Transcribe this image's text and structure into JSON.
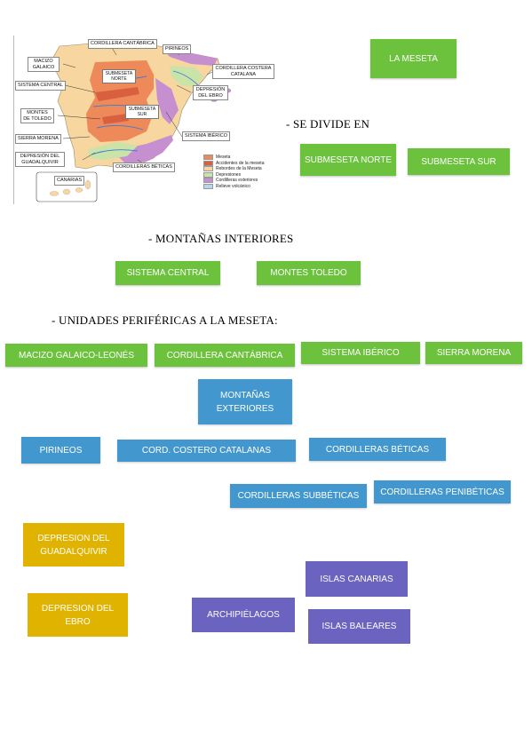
{
  "colors": {
    "green": "#6cc13d",
    "blue": "#4397cf",
    "yellow": "#e0b300",
    "purple": "#6a63c0"
  },
  "map": {
    "labels": {
      "macizo": "MACIZO GALAICO",
      "cantabrica": "CORDILLERA CANTÁBRICA",
      "pirineos": "PIRINEOS",
      "costera": "CORDILLERA COSTERA CATALANA",
      "sistema_central": "SISTEMA CENTRAL",
      "montes_toledo": "MONTES DE TOLEDO",
      "sierra_morena": "SIERRA MORENA",
      "guadalquivir": "DEPRESIÓN DEL GUADALQUIVIR",
      "canarias": "CANARIAS",
      "beticas": "CORDILLERAS BÉTICAS",
      "iberico": "SISTEMA IBÉRICO",
      "ebro": "DEPRESIÓN DEL EBRO",
      "submeseta_norte": "SUBMESETA NORTE",
      "submeseta_sur": "SUBMESETA SUR"
    },
    "legend": [
      {
        "label": "Meseta",
        "color": "#ee8a5a"
      },
      {
        "label": "Accidentes de la meseta",
        "color": "#d9603e"
      },
      {
        "label": "Rebordes de la Meseta",
        "color": "#f7d6a0"
      },
      {
        "label": "Depresiones",
        "color": "#c9e3a8"
      },
      {
        "label": "Cordilleras exteriores",
        "color": "#c58fd0"
      },
      {
        "label": "Relieve volcánico",
        "color": "#b7d5ef"
      }
    ]
  },
  "meseta_label": "LA MESETA",
  "divide_heading": "- SE DIVIDE EN",
  "submeseta_norte": "SUBMESETA NORTE",
  "submeseta_sur": "SUBMESETA SUR",
  "montanas_heading": "- MONTAÑAS INTERIORES",
  "sistema_central": "SISTEMA CENTRAL",
  "montes_toledo": "MONTES TOLEDO",
  "unidades_heading": "- UNIDADES PERIFÉRICAS A LA MESETA:",
  "macizo": "MACIZO GALAICO-LEONÉS",
  "cantabrica": "CORDILLERA CANTÁBRICA",
  "iberico": "SISTEMA IBÉRICO",
  "sierra_morena": "SIERRA MORENA",
  "montanas_exteriores": "MONTAÑAS EXTERIORES",
  "pirineos": "PIRINEOS",
  "costero": "CORD. COSTERO CATALANAS",
  "beticas": "CORDILLERAS BÉTICAS",
  "subbeticas": "CORDILLERAS SUBBÉTICAS",
  "penibeticas": "CORDILLERAS PENIBÉTICAS",
  "guadalquivir": "DEPRESION DEL GUADALQUIVIR",
  "ebro": "DEPRESION DEL EBRO",
  "archipielagos": "ARCHIPIÉLAGOS",
  "canarias": "ISLAS CANARIAS",
  "baleares": "ISLAS BALEARES"
}
